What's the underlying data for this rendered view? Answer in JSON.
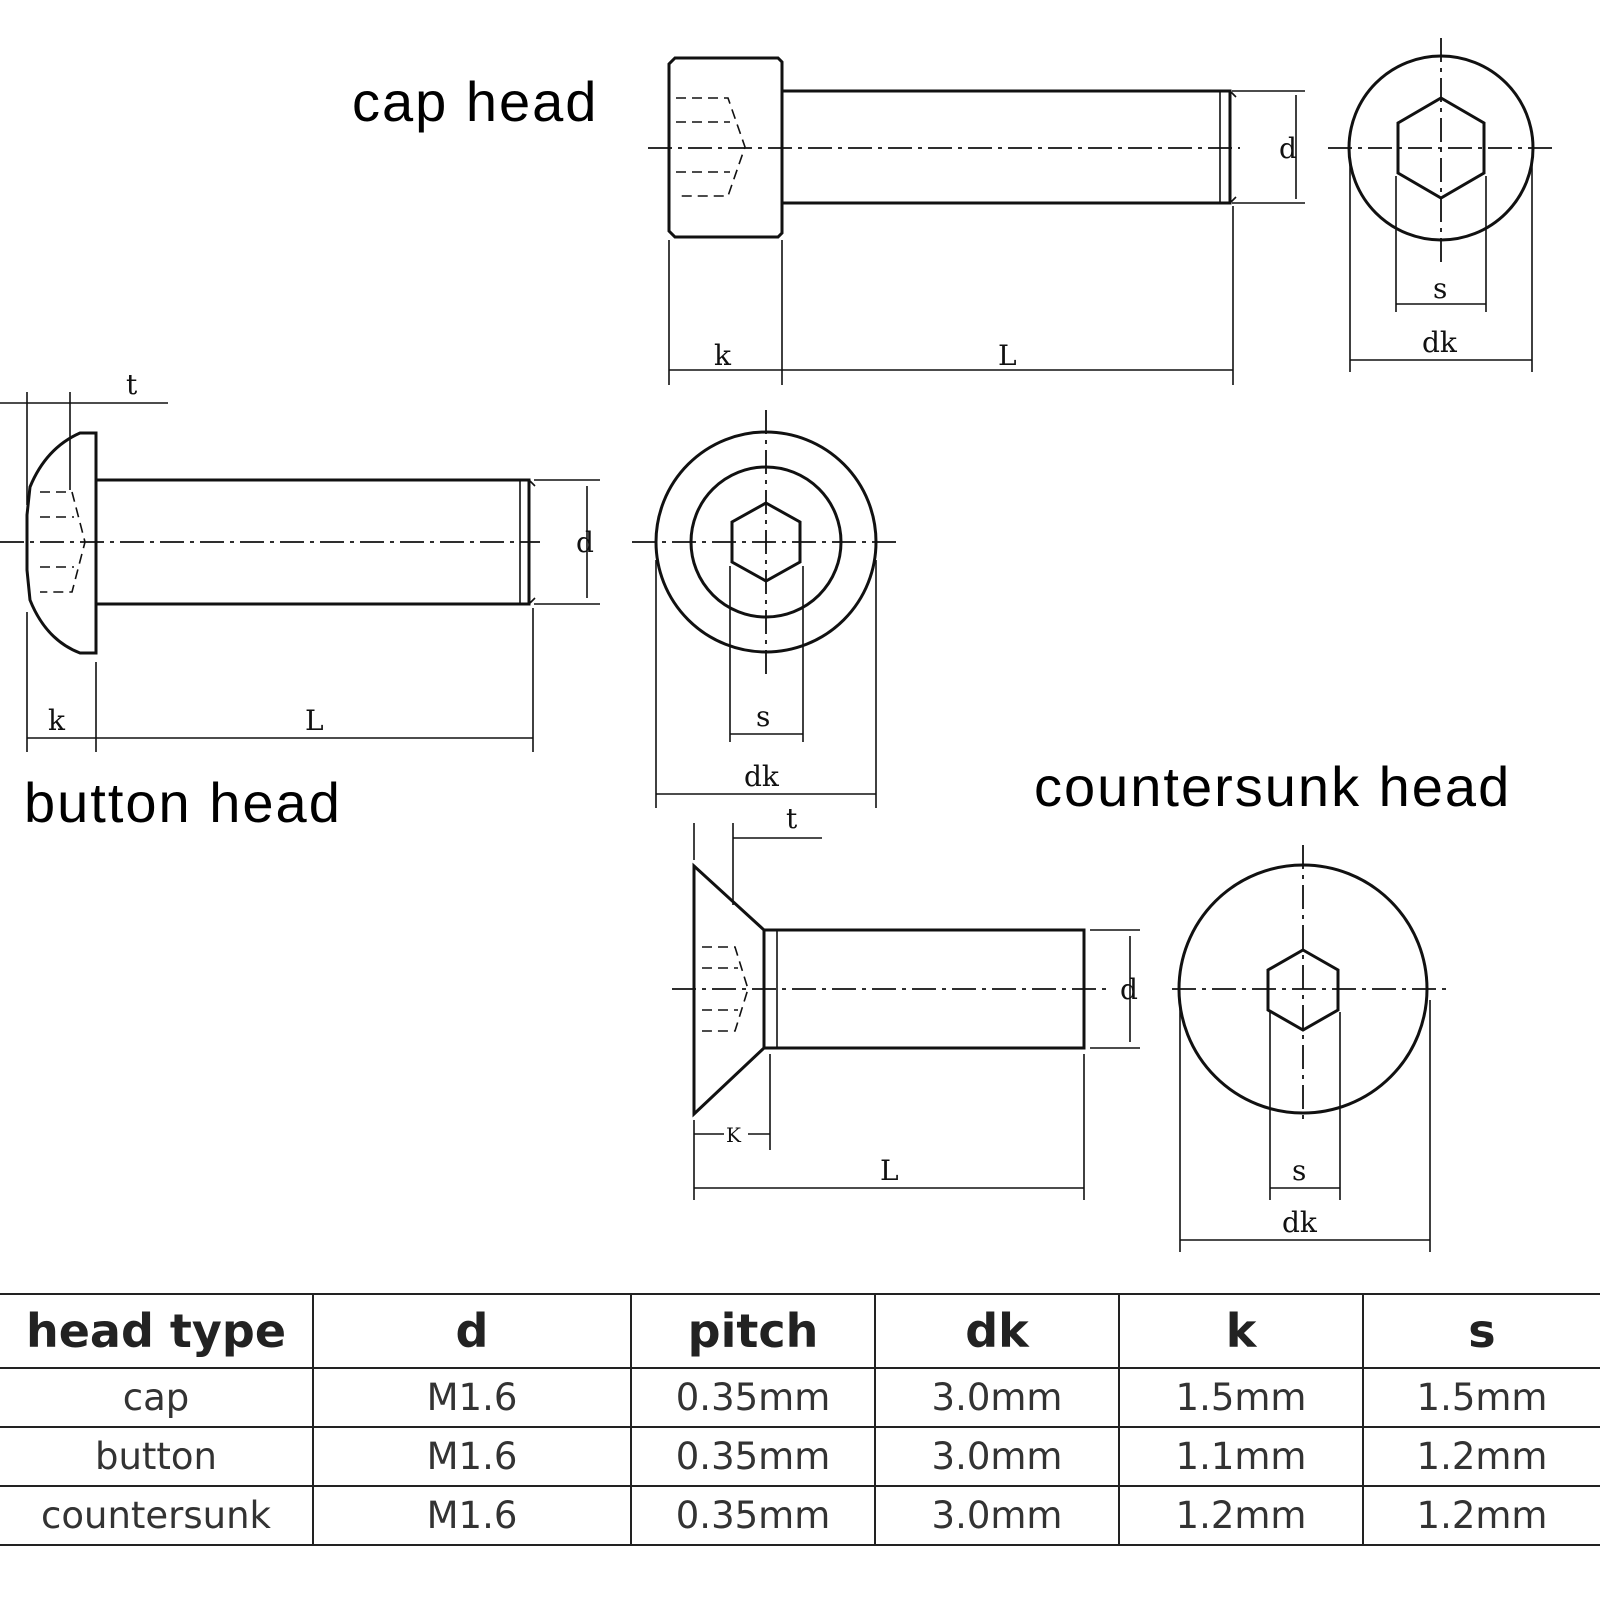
{
  "labels": {
    "cap_head": "cap head",
    "button_head": "button head",
    "countersunk_head": "countersunk head"
  },
  "dims": {
    "d": "d",
    "k": "k",
    "L": "L",
    "s": "s",
    "dk": "dk",
    "t": "t",
    "K": "K"
  },
  "table": {
    "headers": [
      "head type",
      "d",
      "pitch",
      "dk",
      "k",
      "s"
    ],
    "rows": [
      [
        "cap",
        "M1.6",
        "0.35mm",
        "3.0mm",
        "1.5mm",
        "1.5mm"
      ],
      [
        "button",
        "M1.6",
        "0.35mm",
        "3.0mm",
        "1.1mm",
        "1.2mm"
      ],
      [
        "countersunk",
        "M1.6",
        "0.35mm",
        "3.0mm",
        "1.2mm",
        "1.2mm"
      ]
    ]
  }
}
